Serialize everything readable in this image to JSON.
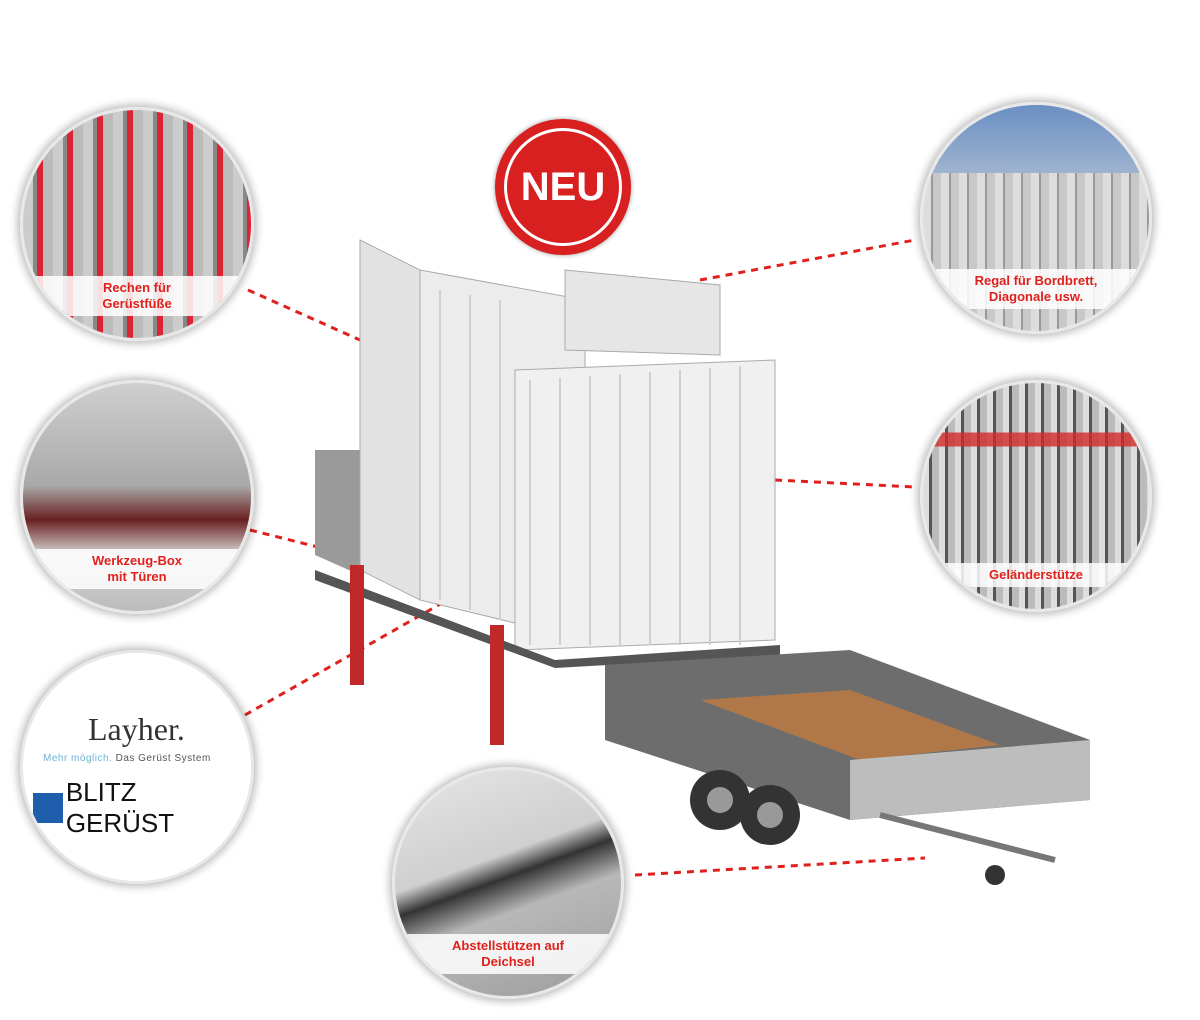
{
  "badge": {
    "text": "NEU",
    "color": "#d7201f"
  },
  "callouts": [
    {
      "label_line1": "Rechen für",
      "label_line2": "Gerüstfüße"
    },
    {
      "label_line1": "Werkzeug-Box",
      "label_line2": "mit Türen"
    },
    {
      "label_line1": "Regal für Bordbrett,",
      "label_line2": "Diagonale usw."
    },
    {
      "label_line1": "Geländerstütze",
      "label_line2": ""
    },
    {
      "label_line1": "Abstellstützen auf",
      "label_line2": "Deichsel"
    }
  ],
  "logos": {
    "layher": "Layher.",
    "layher_tagline_a": "Mehr möglich.",
    "layher_tagline_b": "Das Gerüst System",
    "blitz": "BLITZ GERÜST"
  },
  "accent_color": "#e0201c"
}
